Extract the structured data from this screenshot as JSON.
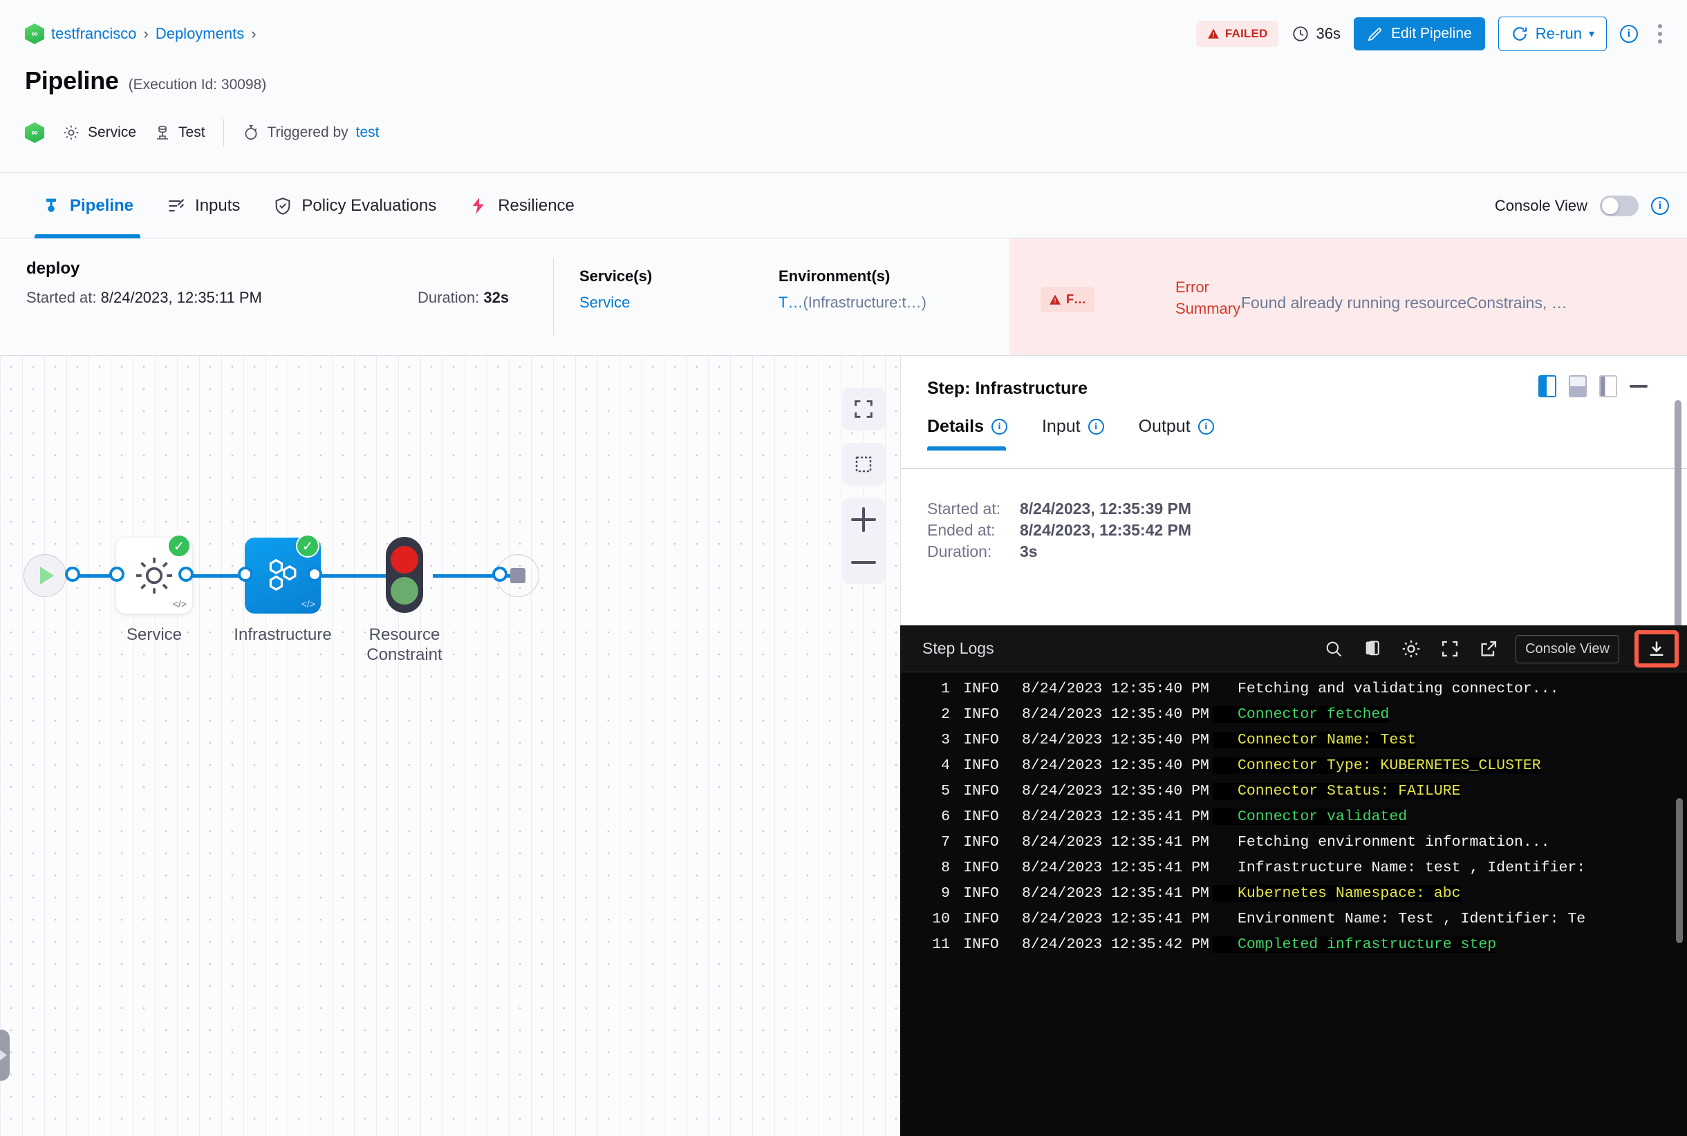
{
  "header": {
    "breadcrumb": [
      {
        "label": "testfrancisco",
        "icon": "harness-logo-icon"
      },
      {
        "label": "Deployments"
      }
    ],
    "title": "Pipeline",
    "execution_id_text": "(Execution Id: 30098)",
    "meta": {
      "service_label": "Service",
      "test_label": "Test",
      "triggered_by_label": "Triggered by",
      "triggered_by_user": "test"
    },
    "actions": {
      "status_badge": "FAILED",
      "duration": "36s",
      "edit_pipeline": "Edit Pipeline",
      "rerun": "Re-run",
      "info_icon": "info-icon",
      "more_icon": "kebab-menu-icon"
    }
  },
  "tabs": [
    {
      "label": "Pipeline",
      "icon": "pipeline-icon",
      "active": true
    },
    {
      "label": "Inputs",
      "icon": "inputs-icon",
      "active": false
    },
    {
      "label": "Policy Evaluations",
      "icon": "shield-check-icon",
      "active": false
    },
    {
      "label": "Resilience",
      "icon": "resilience-icon",
      "active": false
    }
  ],
  "console_view": {
    "label": "Console View",
    "enabled": false,
    "info_icon": "info-icon"
  },
  "stage": {
    "name": "deploy",
    "started_label": "Started at:",
    "started_value": "8/24/2023, 12:35:11 PM",
    "duration_label": "Duration:",
    "duration_value": "32s",
    "services_header": "Service(s)",
    "services_value": "Service",
    "environments_header": "Environment(s)",
    "environments_value": "T…",
    "environments_detail": "(Infrastructure:t…)",
    "error_badge": "F…",
    "error_summary_label": "Error Summary",
    "error_summary_text": "Found already running resourceConstrains, …"
  },
  "graph": {
    "nodes": [
      {
        "name": "start-node",
        "label": "",
        "type": "start"
      },
      {
        "name": "service-node",
        "label": "Service",
        "type": "card",
        "status": "success"
      },
      {
        "name": "infrastructure-node",
        "label": "Infrastructure",
        "type": "card",
        "status": "success",
        "selected": true
      },
      {
        "name": "resource-constraint-node",
        "label": "Resource Constraint",
        "type": "traffic-light"
      },
      {
        "name": "end-node",
        "label": "",
        "type": "end"
      }
    ],
    "tools": [
      {
        "name": "fit-to-screen-button",
        "icon": "expand-icon"
      },
      {
        "name": "selection-box-button",
        "icon": "dashed-square-icon"
      },
      {
        "name": "zoom-in-button",
        "icon": "plus-icon"
      },
      {
        "name": "zoom-out-button",
        "icon": "minus-icon"
      }
    ]
  },
  "step_panel": {
    "title": "Step: Infrastructure",
    "view_icons": [
      "split-right-view-icon",
      "split-bottom-view-icon",
      "full-view-icon",
      "minimize-icon"
    ],
    "tabs": [
      {
        "label": "Details",
        "active": true,
        "info_icon": "info-icon"
      },
      {
        "label": "Input",
        "active": false,
        "info_icon": "info-icon"
      },
      {
        "label": "Output",
        "active": false,
        "info_icon": "info-icon"
      }
    ],
    "details": [
      {
        "key": "Started at:",
        "value": "8/24/2023, 12:35:39 PM"
      },
      {
        "key": "Ended at:",
        "value": "8/24/2023, 12:35:42 PM"
      },
      {
        "key": "Duration:",
        "value": "3s"
      }
    ]
  },
  "logs": {
    "title": "Step Logs",
    "tools": [
      {
        "name": "search-logs-icon",
        "icon": "search-icon"
      },
      {
        "name": "copy-logs-icon",
        "icon": "copy-icon"
      },
      {
        "name": "logs-settings-icon",
        "icon": "gear-icon"
      },
      {
        "name": "logs-fullscreen-icon",
        "icon": "expand-icon"
      },
      {
        "name": "open-logs-external-icon",
        "icon": "external-link-icon"
      }
    ],
    "console_view_button": "Console View",
    "download_button_icon": "download-icon",
    "rows": [
      {
        "num": "1",
        "level": "INFO",
        "ts": "8/24/2023 12:35:40 PM",
        "msg": "Fetching and validating connector...",
        "color": "white"
      },
      {
        "num": "2",
        "level": "INFO",
        "ts": "8/24/2023 12:35:40 PM",
        "msg": "Connector fetched",
        "color": "green"
      },
      {
        "num": "3",
        "level": "INFO",
        "ts": "8/24/2023 12:35:40 PM",
        "msg": "Connector Name: Test",
        "color": "yellow"
      },
      {
        "num": "4",
        "level": "INFO",
        "ts": "8/24/2023 12:35:40 PM",
        "msg": "Connector Type: KUBERNETES_CLUSTER",
        "color": "yellow"
      },
      {
        "num": "5",
        "level": "INFO",
        "ts": "8/24/2023 12:35:40 PM",
        "msg": "Connector Status: FAILURE",
        "color": "yellow"
      },
      {
        "num": "6",
        "level": "INFO",
        "ts": "8/24/2023 12:35:41 PM",
        "msg": "Connector validated",
        "color": "green"
      },
      {
        "num": "7",
        "level": "INFO",
        "ts": "8/24/2023 12:35:41 PM",
        "msg": "Fetching environment information...",
        "color": "white"
      },
      {
        "num": "8",
        "level": "INFO",
        "ts": "8/24/2023 12:35:41 PM",
        "msg": "Infrastructure Name: test , Identifier:",
        "color": "white"
      },
      {
        "num": "9",
        "level": "INFO",
        "ts": "8/24/2023 12:35:41 PM",
        "msg": "Kubernetes Namespace: abc",
        "color": "yellow"
      },
      {
        "num": "10",
        "level": "INFO",
        "ts": "8/24/2023 12:35:41 PM",
        "msg": "Environment Name: Test , Identifier: Te",
        "color": "white"
      },
      {
        "num": "11",
        "level": "INFO",
        "ts": "8/24/2023 12:35:42 PM",
        "msg": "Completed infrastructure step",
        "color": "green"
      }
    ]
  },
  "colors": {
    "accent": "#0a85d9",
    "link": "#0278d5",
    "danger": "#c7271f",
    "success": "#35c05a",
    "error_bg": "#fcebea",
    "highlight": "#fb5b47"
  }
}
